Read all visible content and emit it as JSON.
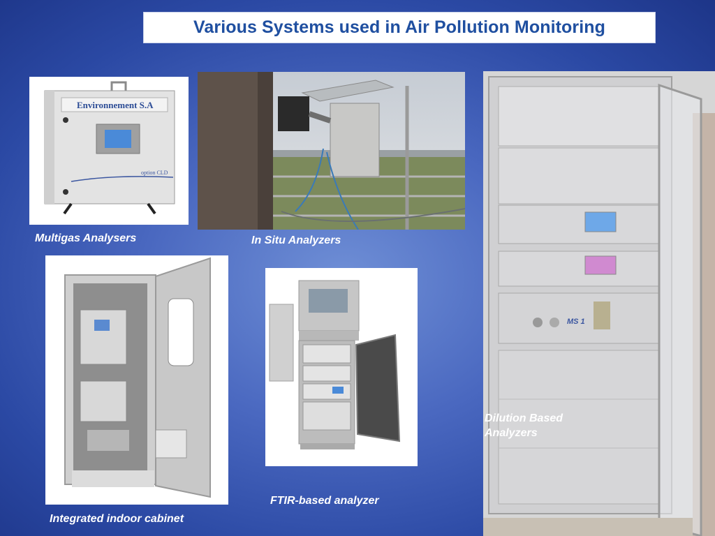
{
  "slide": {
    "title": "Various Systems used in Air Pollution Monitoring",
    "background_color": "#3b59b4",
    "title_color": "#1f4fa0"
  },
  "photos": {
    "multigas": {
      "caption": "Multigas Analysers",
      "brand": "Environnement S.A",
      "model_label": "option CLD"
    },
    "insitu": {
      "caption": "In Situ Analyzers"
    },
    "cabinet": {
      "caption": "Integrated indoor cabinet"
    },
    "ftir": {
      "caption": "FTIR-based analyzer"
    },
    "dilution": {
      "caption_line1": "Dilution Based",
      "caption_line2": "Analyzers",
      "module_label": "MS 1"
    }
  }
}
